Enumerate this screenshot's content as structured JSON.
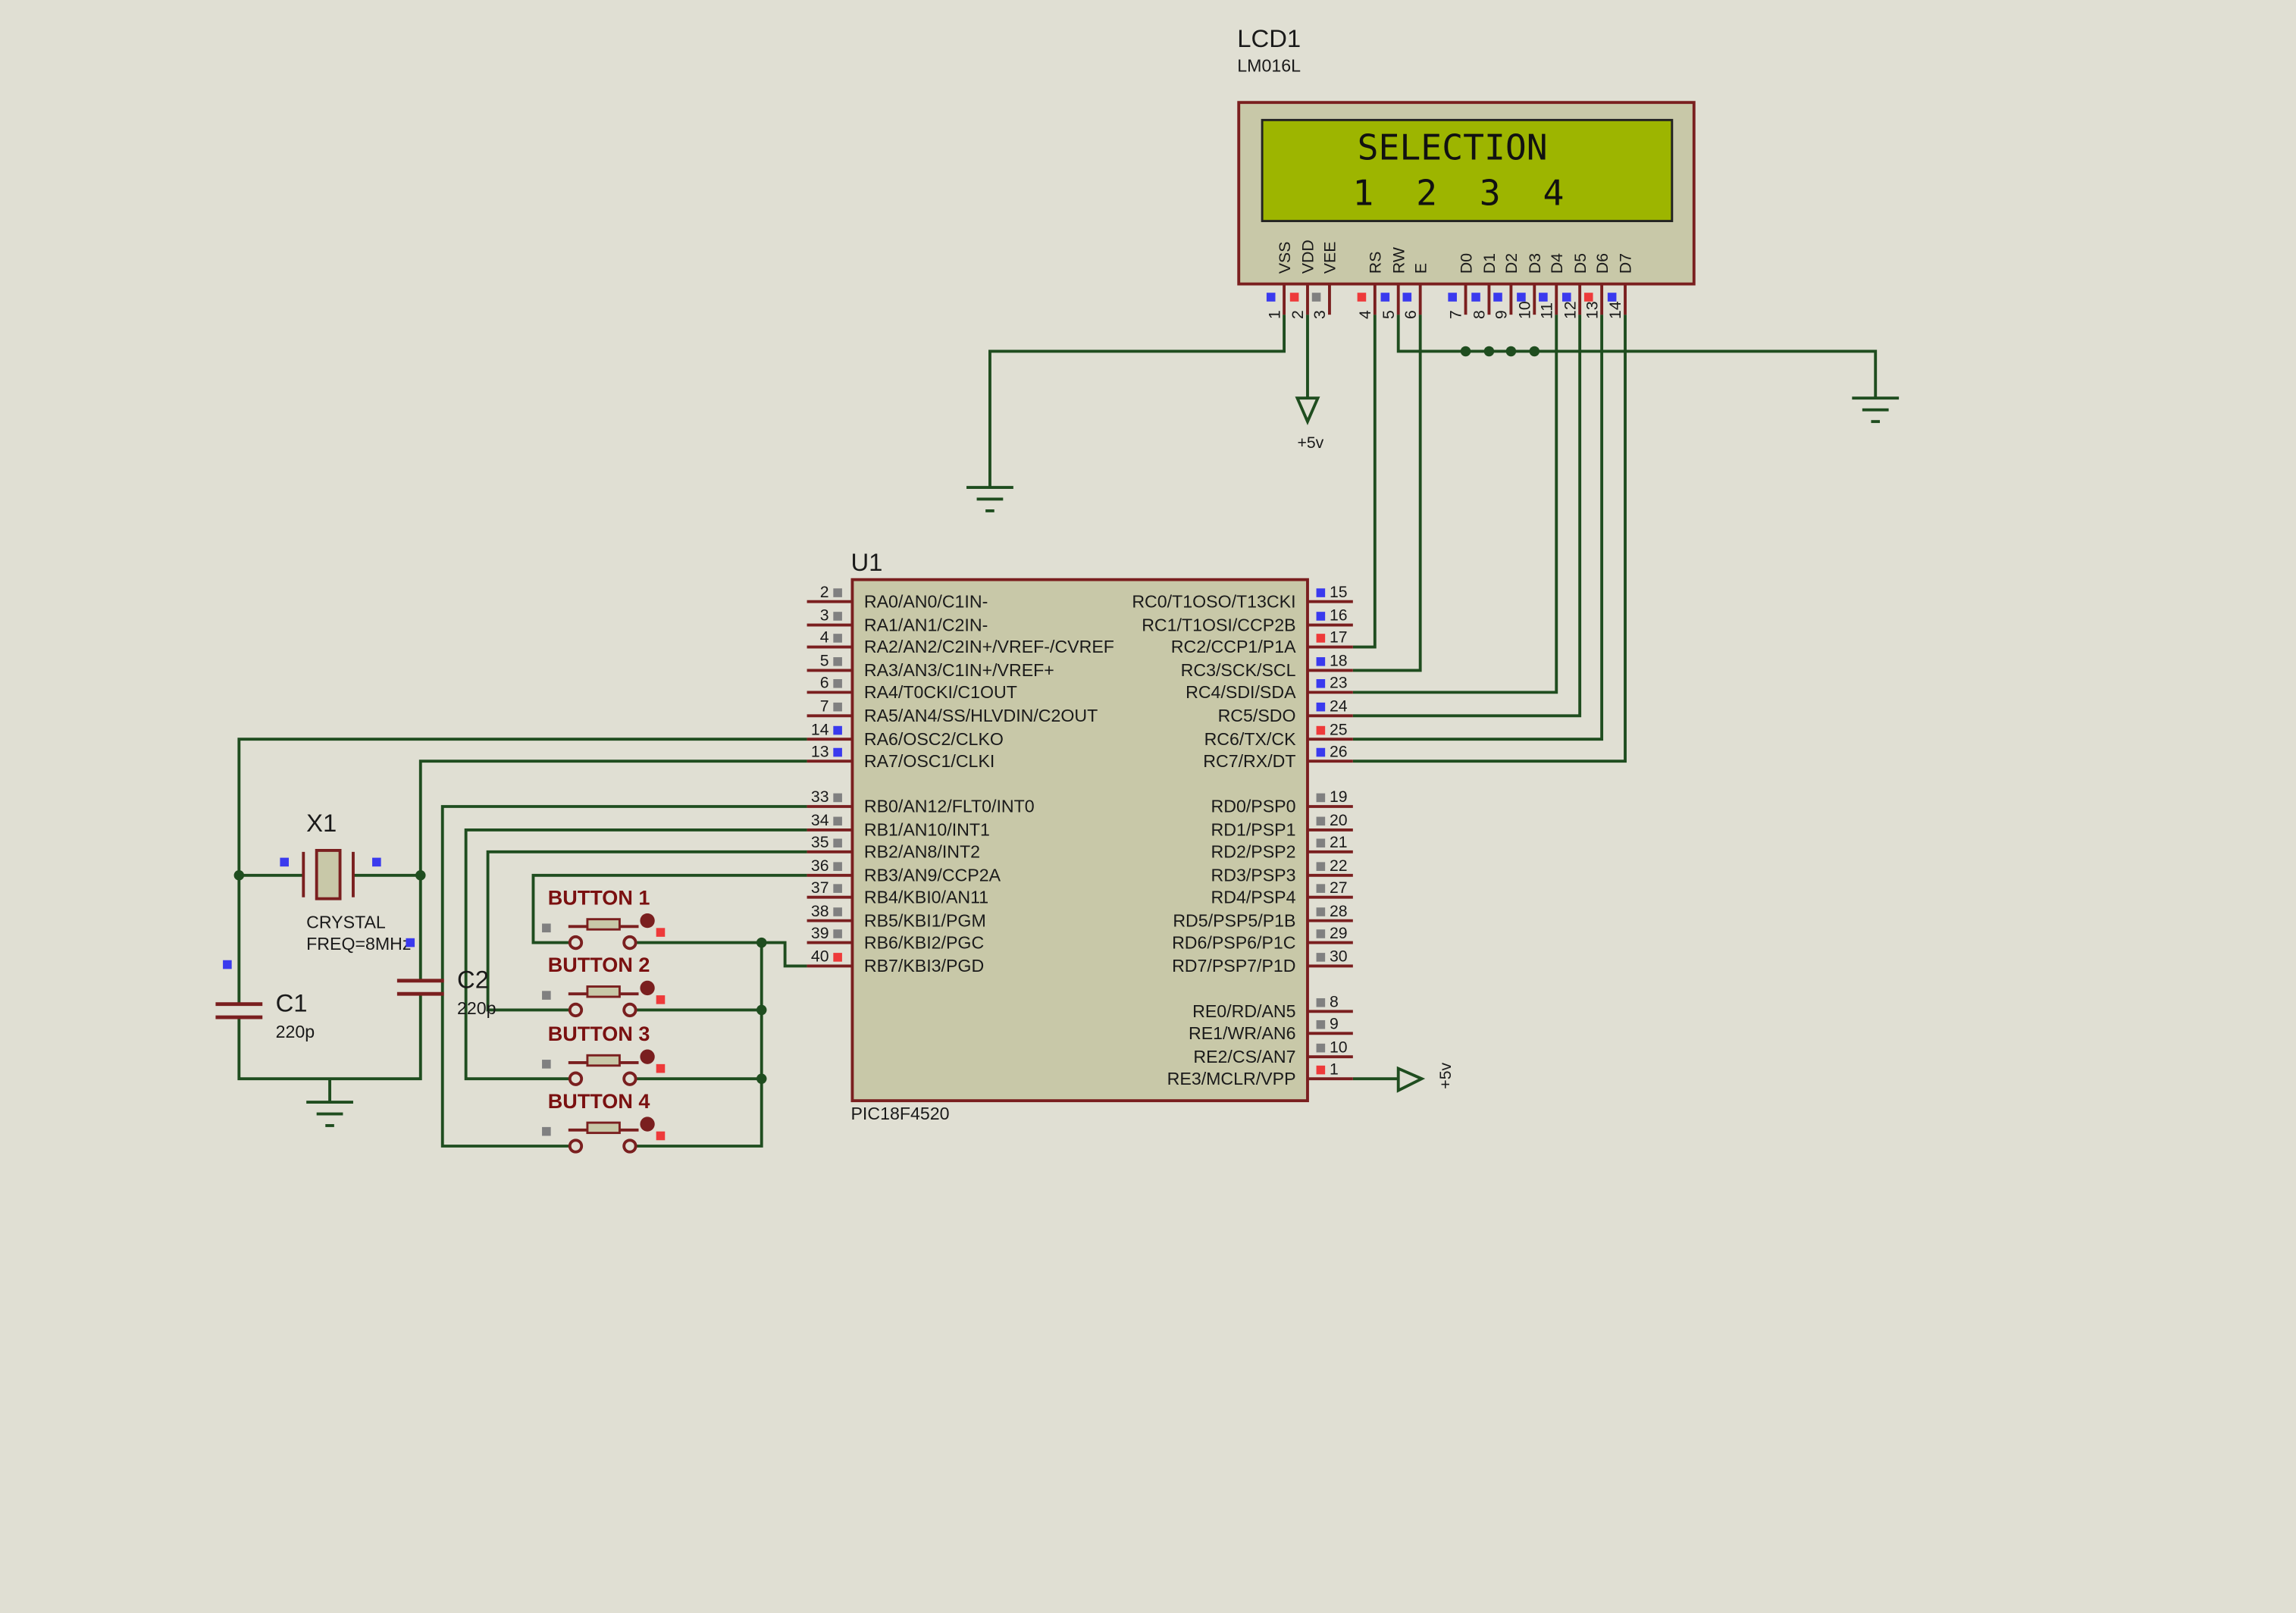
{
  "colors": {
    "background": "#e0dfd3",
    "wire": "#1f4d1f",
    "component_outline": "#7a1f1f",
    "component_fill": "#c8c8a8",
    "lcd_screen": "#9db500",
    "pin_blue": "#3a3aee",
    "pin_red": "#ee3a3a",
    "pin_gray": "#808080",
    "label_dark": "#1a1a1a",
    "button_label": "#7a1010"
  },
  "lcd": {
    "ref": "LCD1",
    "part": "LM016L",
    "line1": "SELECTION",
    "line2": "1  2  3  4",
    "pin_names": [
      "VSS",
      "VDD",
      "VEE",
      "RS",
      "RW",
      "E",
      "D0",
      "D1",
      "D2",
      "D3",
      "D4",
      "D5",
      "D6",
      "D7"
    ],
    "pin_numbers": [
      "1",
      "2",
      "3",
      "4",
      "5",
      "6",
      "7",
      "8",
      "9",
      "10",
      "11",
      "12",
      "13",
      "14"
    ]
  },
  "supply_label": "+5v",
  "mcu": {
    "ref": "U1",
    "part": "PIC18F4520",
    "left_pins": [
      {
        "num": "2",
        "name": "RA0/AN0/C1IN-"
      },
      {
        "num": "3",
        "name": "RA1/AN1/C2IN-"
      },
      {
        "num": "4",
        "name": "RA2/AN2/C2IN+/VREF-/CVREF"
      },
      {
        "num": "5",
        "name": "RA3/AN3/C1IN+/VREF+"
      },
      {
        "num": "6",
        "name": "RA4/T0CKI/C1OUT"
      },
      {
        "num": "7",
        "name": "RA5/AN4/SS/HLVDIN/C2OUT"
      },
      {
        "num": "14",
        "name": "RA6/OSC2/CLKO"
      },
      {
        "num": "13",
        "name": "RA7/OSC1/CLKI"
      },
      {
        "num": "33",
        "name": "RB0/AN12/FLT0/INT0"
      },
      {
        "num": "34",
        "name": "RB1/AN10/INT1"
      },
      {
        "num": "35",
        "name": "RB2/AN8/INT2"
      },
      {
        "num": "36",
        "name": "RB3/AN9/CCP2A"
      },
      {
        "num": "37",
        "name": "RB4/KBI0/AN11"
      },
      {
        "num": "38",
        "name": "RB5/KBI1/PGM"
      },
      {
        "num": "39",
        "name": "RB6/KBI2/PGC"
      },
      {
        "num": "40",
        "name": "RB7/KBI3/PGD"
      }
    ],
    "right_pins": [
      {
        "num": "15",
        "name": "RC0/T1OSO/T13CKI"
      },
      {
        "num": "16",
        "name": "RC1/T1OSI/CCP2B"
      },
      {
        "num": "17",
        "name": "RC2/CCP1/P1A"
      },
      {
        "num": "18",
        "name": "RC3/SCK/SCL"
      },
      {
        "num": "23",
        "name": "RC4/SDI/SDA"
      },
      {
        "num": "24",
        "name": "RC5/SDO"
      },
      {
        "num": "25",
        "name": "RC6/TX/CK"
      },
      {
        "num": "26",
        "name": "RC7/RX/DT"
      },
      {
        "num": "19",
        "name": "RD0/PSP0"
      },
      {
        "num": "20",
        "name": "RD1/PSP1"
      },
      {
        "num": "21",
        "name": "RD2/PSP2"
      },
      {
        "num": "22",
        "name": "RD3/PSP3"
      },
      {
        "num": "27",
        "name": "RD4/PSP4"
      },
      {
        "num": "28",
        "name": "RD5/PSP5/P1B"
      },
      {
        "num": "29",
        "name": "RD6/PSP6/P1C"
      },
      {
        "num": "30",
        "name": "RD7/PSP7/P1D"
      },
      {
        "num": "8",
        "name": "RE0/RD/AN5"
      },
      {
        "num": "9",
        "name": "RE1/WR/AN6"
      },
      {
        "num": "10",
        "name": "RE2/CS/AN7"
      },
      {
        "num": "1",
        "name": "RE3/MCLR/VPP"
      }
    ]
  },
  "crystal": {
    "ref": "X1",
    "type": "CRYSTAL",
    "freq": "FREQ=8MHz"
  },
  "cap1": {
    "ref": "C1",
    "value": "220p"
  },
  "cap2": {
    "ref": "C2",
    "value": "220p"
  },
  "buttons": [
    "BUTTON 1",
    "BUTTON 2",
    "BUTTON 3",
    "BUTTON 4"
  ]
}
